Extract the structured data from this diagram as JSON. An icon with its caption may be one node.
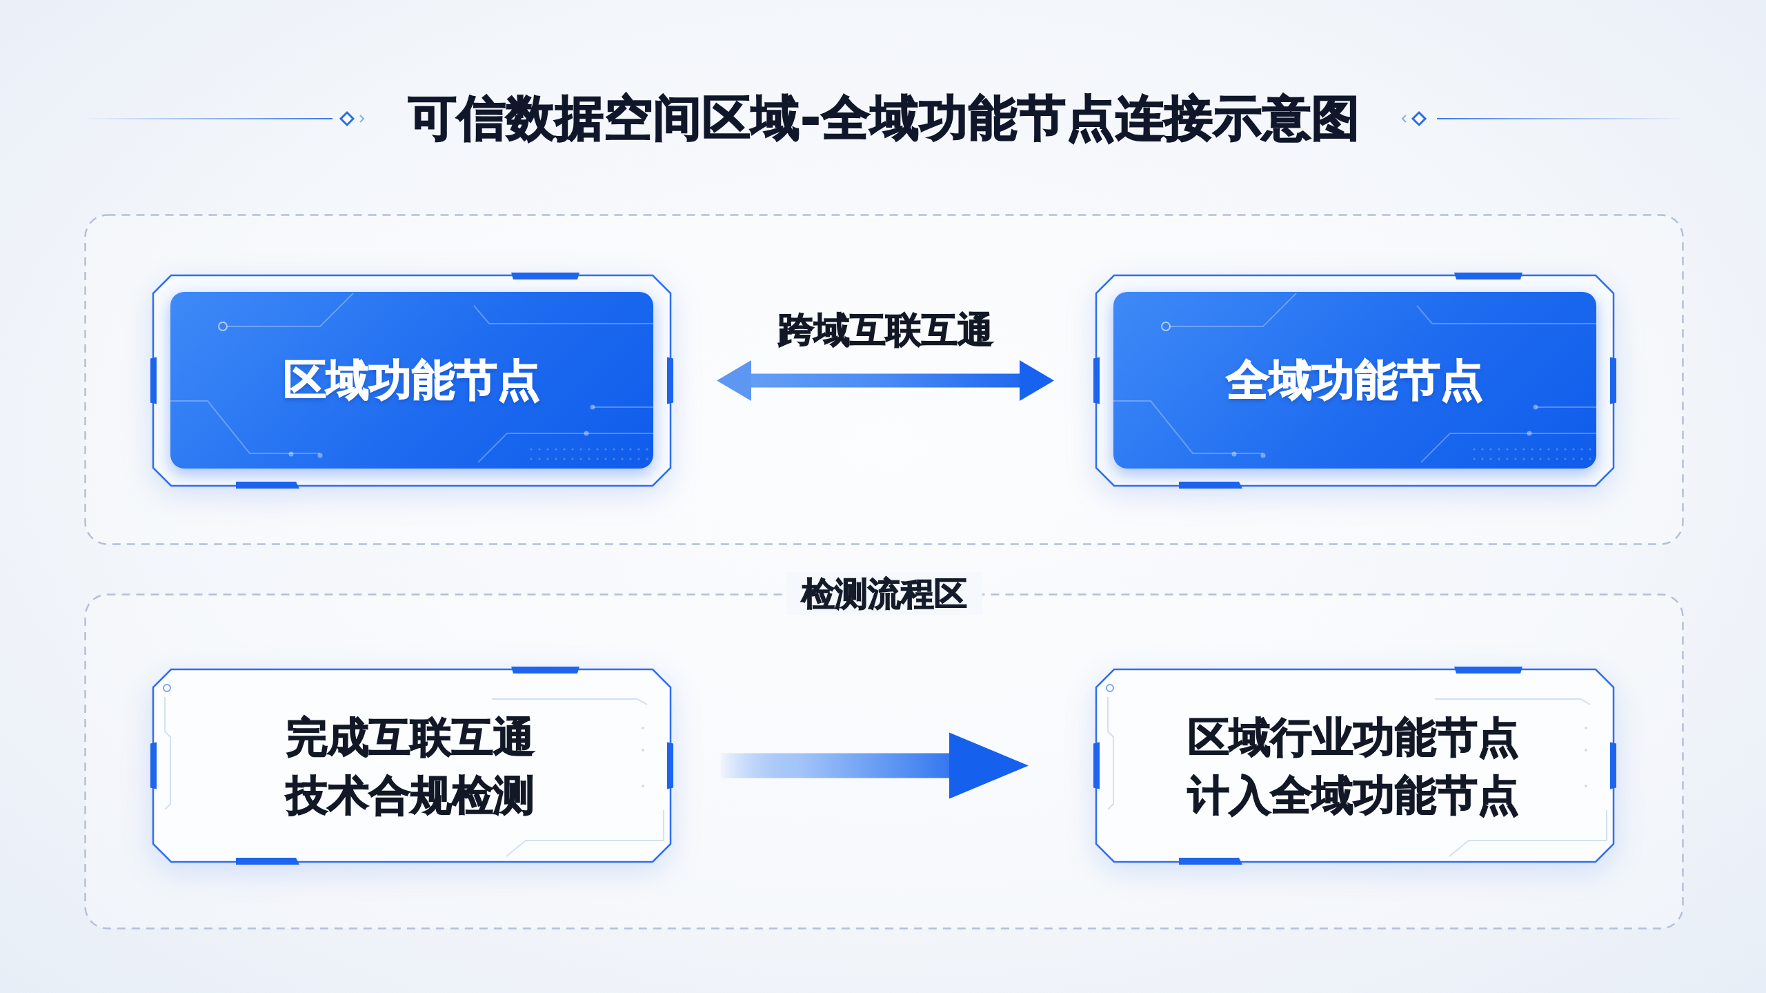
{
  "diagram": {
    "title": "可信数据空间区域-全域功能节点连接示意图",
    "nodes": [
      {
        "text": [],
        "shape": "box"
      },
      {
        "text": [
          "区域功能节点"
        ],
        "in": 0
      },
      {
        "text": [
          "全域功能节点"
        ],
        "in": 0
      },
      {
        "text": [
          "检测流程区"
        ]
      },
      {
        "text": [
          "完成互联互通技术合规检测"
        ],
        "in": 3
      },
      {
        "text": [
          "区域行业功能节点计入全域功能节点"
        ],
        "in": 3
      }
    ],
    "edges": [
      {
        "from": 1,
        "to": 2,
        "arrow": "both",
        "label": "跨域互联互通",
        "style": "thick"
      },
      {
        "from": 4,
        "to": 5,
        "arrow": "to",
        "style": "thick"
      }
    ]
  }
}
